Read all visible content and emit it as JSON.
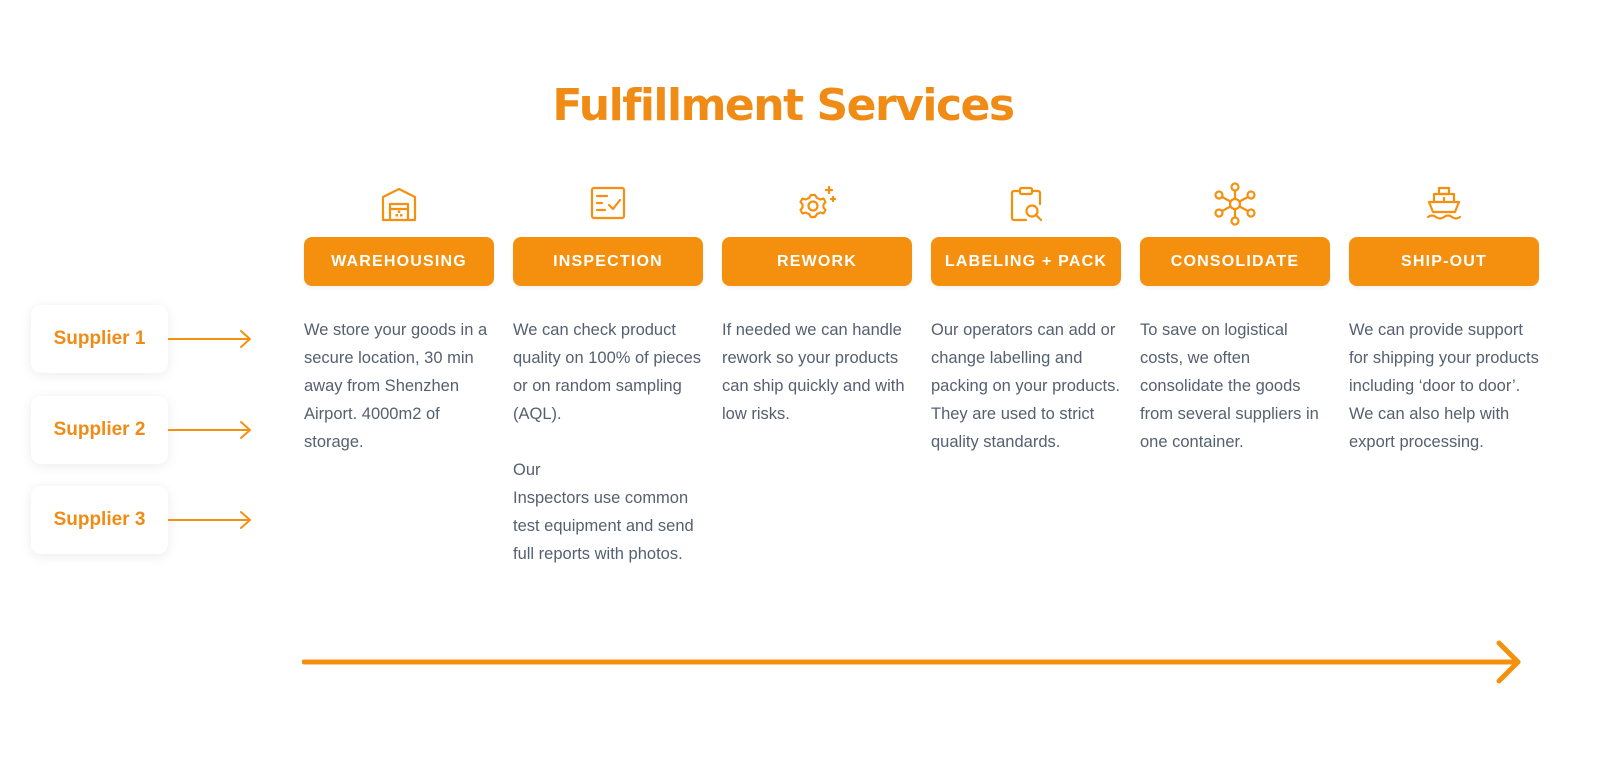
{
  "title": "Fulfillment Services",
  "suppliers": [
    {
      "label": "Supplier 1"
    },
    {
      "label": "Supplier 2"
    },
    {
      "label": "Supplier 3"
    }
  ],
  "services": [
    {
      "label": "WAREHOUSING",
      "icon": "warehouse-icon",
      "description": "We store your goods in a secure location, 30 min away from Shenzhen Airport. 4000m2 of storage."
    },
    {
      "label": "INSPECTION",
      "icon": "checklist-icon",
      "description": "We can check product quality on 100% of pieces or on random sampling (AQL).\n\nOur\nInspectors use common test equipment and send full reports with photos."
    },
    {
      "label": "REWORK",
      "icon": "gear-sparkle-icon",
      "description": "If needed we can handle rework so your products can ship quickly and with low risks."
    },
    {
      "label": "LABELING + PACK",
      "icon": "clipboard-search-icon",
      "description": "Our operators can add or change labelling and packing on your products. They are used to strict quality standards."
    },
    {
      "label": "CONSOLIDATE",
      "icon": "network-hub-icon",
      "description": "To save on logistical costs, we often consolidate the goods from several suppliers in one container."
    },
    {
      "label": "SHIP-OUT",
      "icon": "ship-icon",
      "description": "We can provide support for shipping your products including ‘door to door’. We can also help with export processing."
    }
  ],
  "colors": {
    "accent": "#f5900f",
    "text": "#556070",
    "background": "#ffffff"
  }
}
